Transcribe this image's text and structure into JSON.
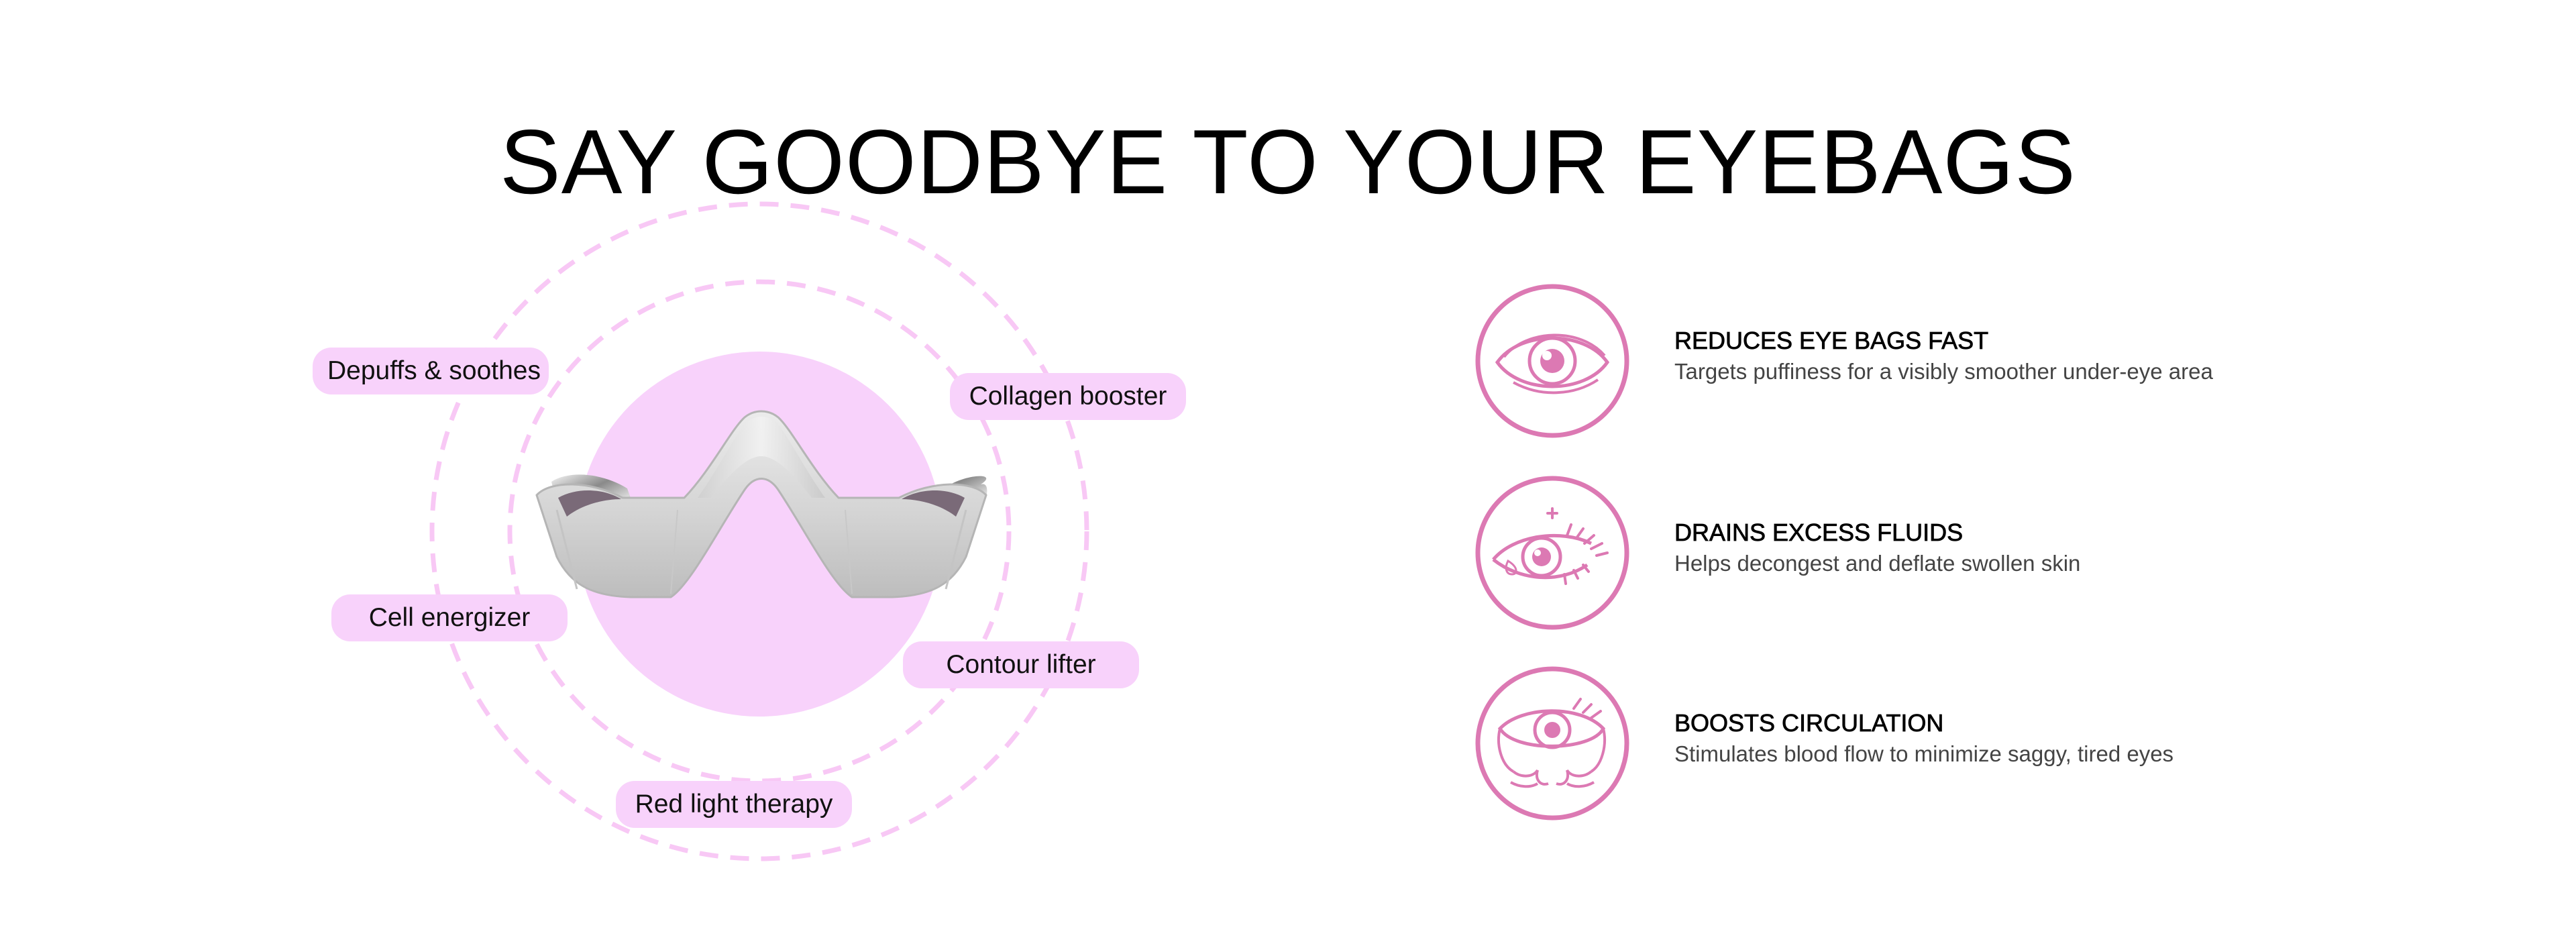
{
  "page": {
    "title": "SAY GOODBYE TO YOUR EYEBAGS"
  },
  "colors": {
    "accent_pink": "#dc79b3",
    "tag_bg": "#f8d2fb",
    "circle_fill": "#f8d2fb",
    "dashed_ring": "#f8c8f5"
  },
  "product_diagram": {
    "product": "eye-massager-device",
    "tags": [
      {
        "label": "Depuffs & soothes"
      },
      {
        "label": "Collagen booster"
      },
      {
        "label": "Cell energizer"
      },
      {
        "label": "Contour lifter"
      },
      {
        "label": "Red light therapy"
      }
    ]
  },
  "benefits": [
    {
      "icon": "eye-icon",
      "title": "REDUCES EYE BAGS FAST",
      "description": "Targets puffiness for a visibly smoother under-eye area"
    },
    {
      "icon": "eyelash-drops-icon",
      "title": "DRAINS EXCESS FLUIDS",
      "description": "Helps decongest and deflate swollen skin"
    },
    {
      "icon": "tired-eye-icon",
      "title": "BOOSTS CIRCULATION",
      "description": "Stimulates blood flow to minimize saggy, tired eyes"
    }
  ]
}
